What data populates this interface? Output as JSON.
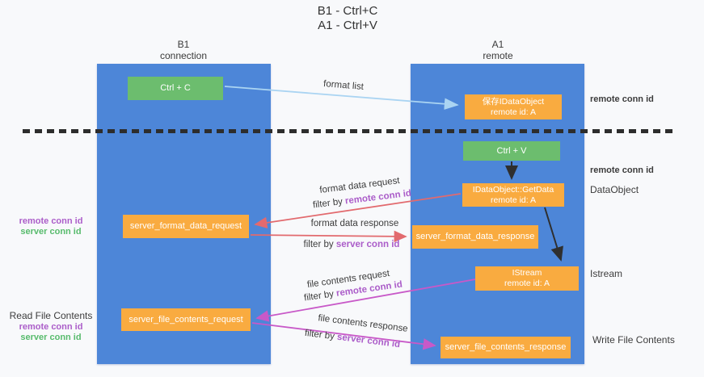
{
  "title": {
    "line1": "B1 - Ctrl+C",
    "line2": "A1 - Ctrl+V"
  },
  "columns": {
    "left": {
      "name": "B1",
      "subtitle": "connection"
    },
    "right": {
      "name": "A1",
      "subtitle": "remote"
    }
  },
  "nodes": {
    "ctrl_c": {
      "label": "Ctrl + C"
    },
    "save_object": {
      "line1": "保存IDataObject",
      "line2": "remote id: A"
    },
    "ctrl_v": {
      "label": "Ctrl + V"
    },
    "getdata": {
      "line1": "IDataObject::GetData",
      "line2": "remote id: A"
    },
    "format_request": {
      "label": "server_format_data_request"
    },
    "format_response": {
      "label": "server_format_data_response"
    },
    "istream": {
      "line1": "IStream",
      "line2": "remote id: A"
    },
    "file_request": {
      "label": "server_file_contents_request"
    },
    "file_response": {
      "label": "server_file_contents_response"
    }
  },
  "messages": {
    "format_list": "format list",
    "filter_by": "filter by ",
    "remote_conn_id": "remote conn id",
    "server_conn_id": "server conn id",
    "format_data_request": "format data request",
    "format_data_response": "format data response",
    "file_contents_request": "file contents request",
    "file_contents_response": "file contents response"
  },
  "side_labels": {
    "remote_conn_id_top_right": "remote conn id",
    "remote_conn_id_mid_right": "remote conn id",
    "dataobject": "DataObject",
    "istream": "Istream",
    "write_file_contents": "Write File Contents",
    "remote_conn_id_left": "remote conn id",
    "server_conn_id_left": "server conn id",
    "read_file_contents": "Read File Contents",
    "remote_conn_id_bottom_left": "remote conn id",
    "server_conn_id_bottom_left": "server conn id"
  },
  "colors": {
    "bg": "#f8f9fb",
    "column_blue": "#4d86d8",
    "box_green": "#6cbd6e",
    "box_orange": "#f9ab40",
    "box_text": "#ffffff",
    "purple": "#ab5dc9",
    "green_text": "#57bb6c",
    "arrow_red": "#e26a6e",
    "arrow_magenta": "#c859c8",
    "arrow_blue": "#aad4f2",
    "arrow_black": "#2f2f2f"
  }
}
